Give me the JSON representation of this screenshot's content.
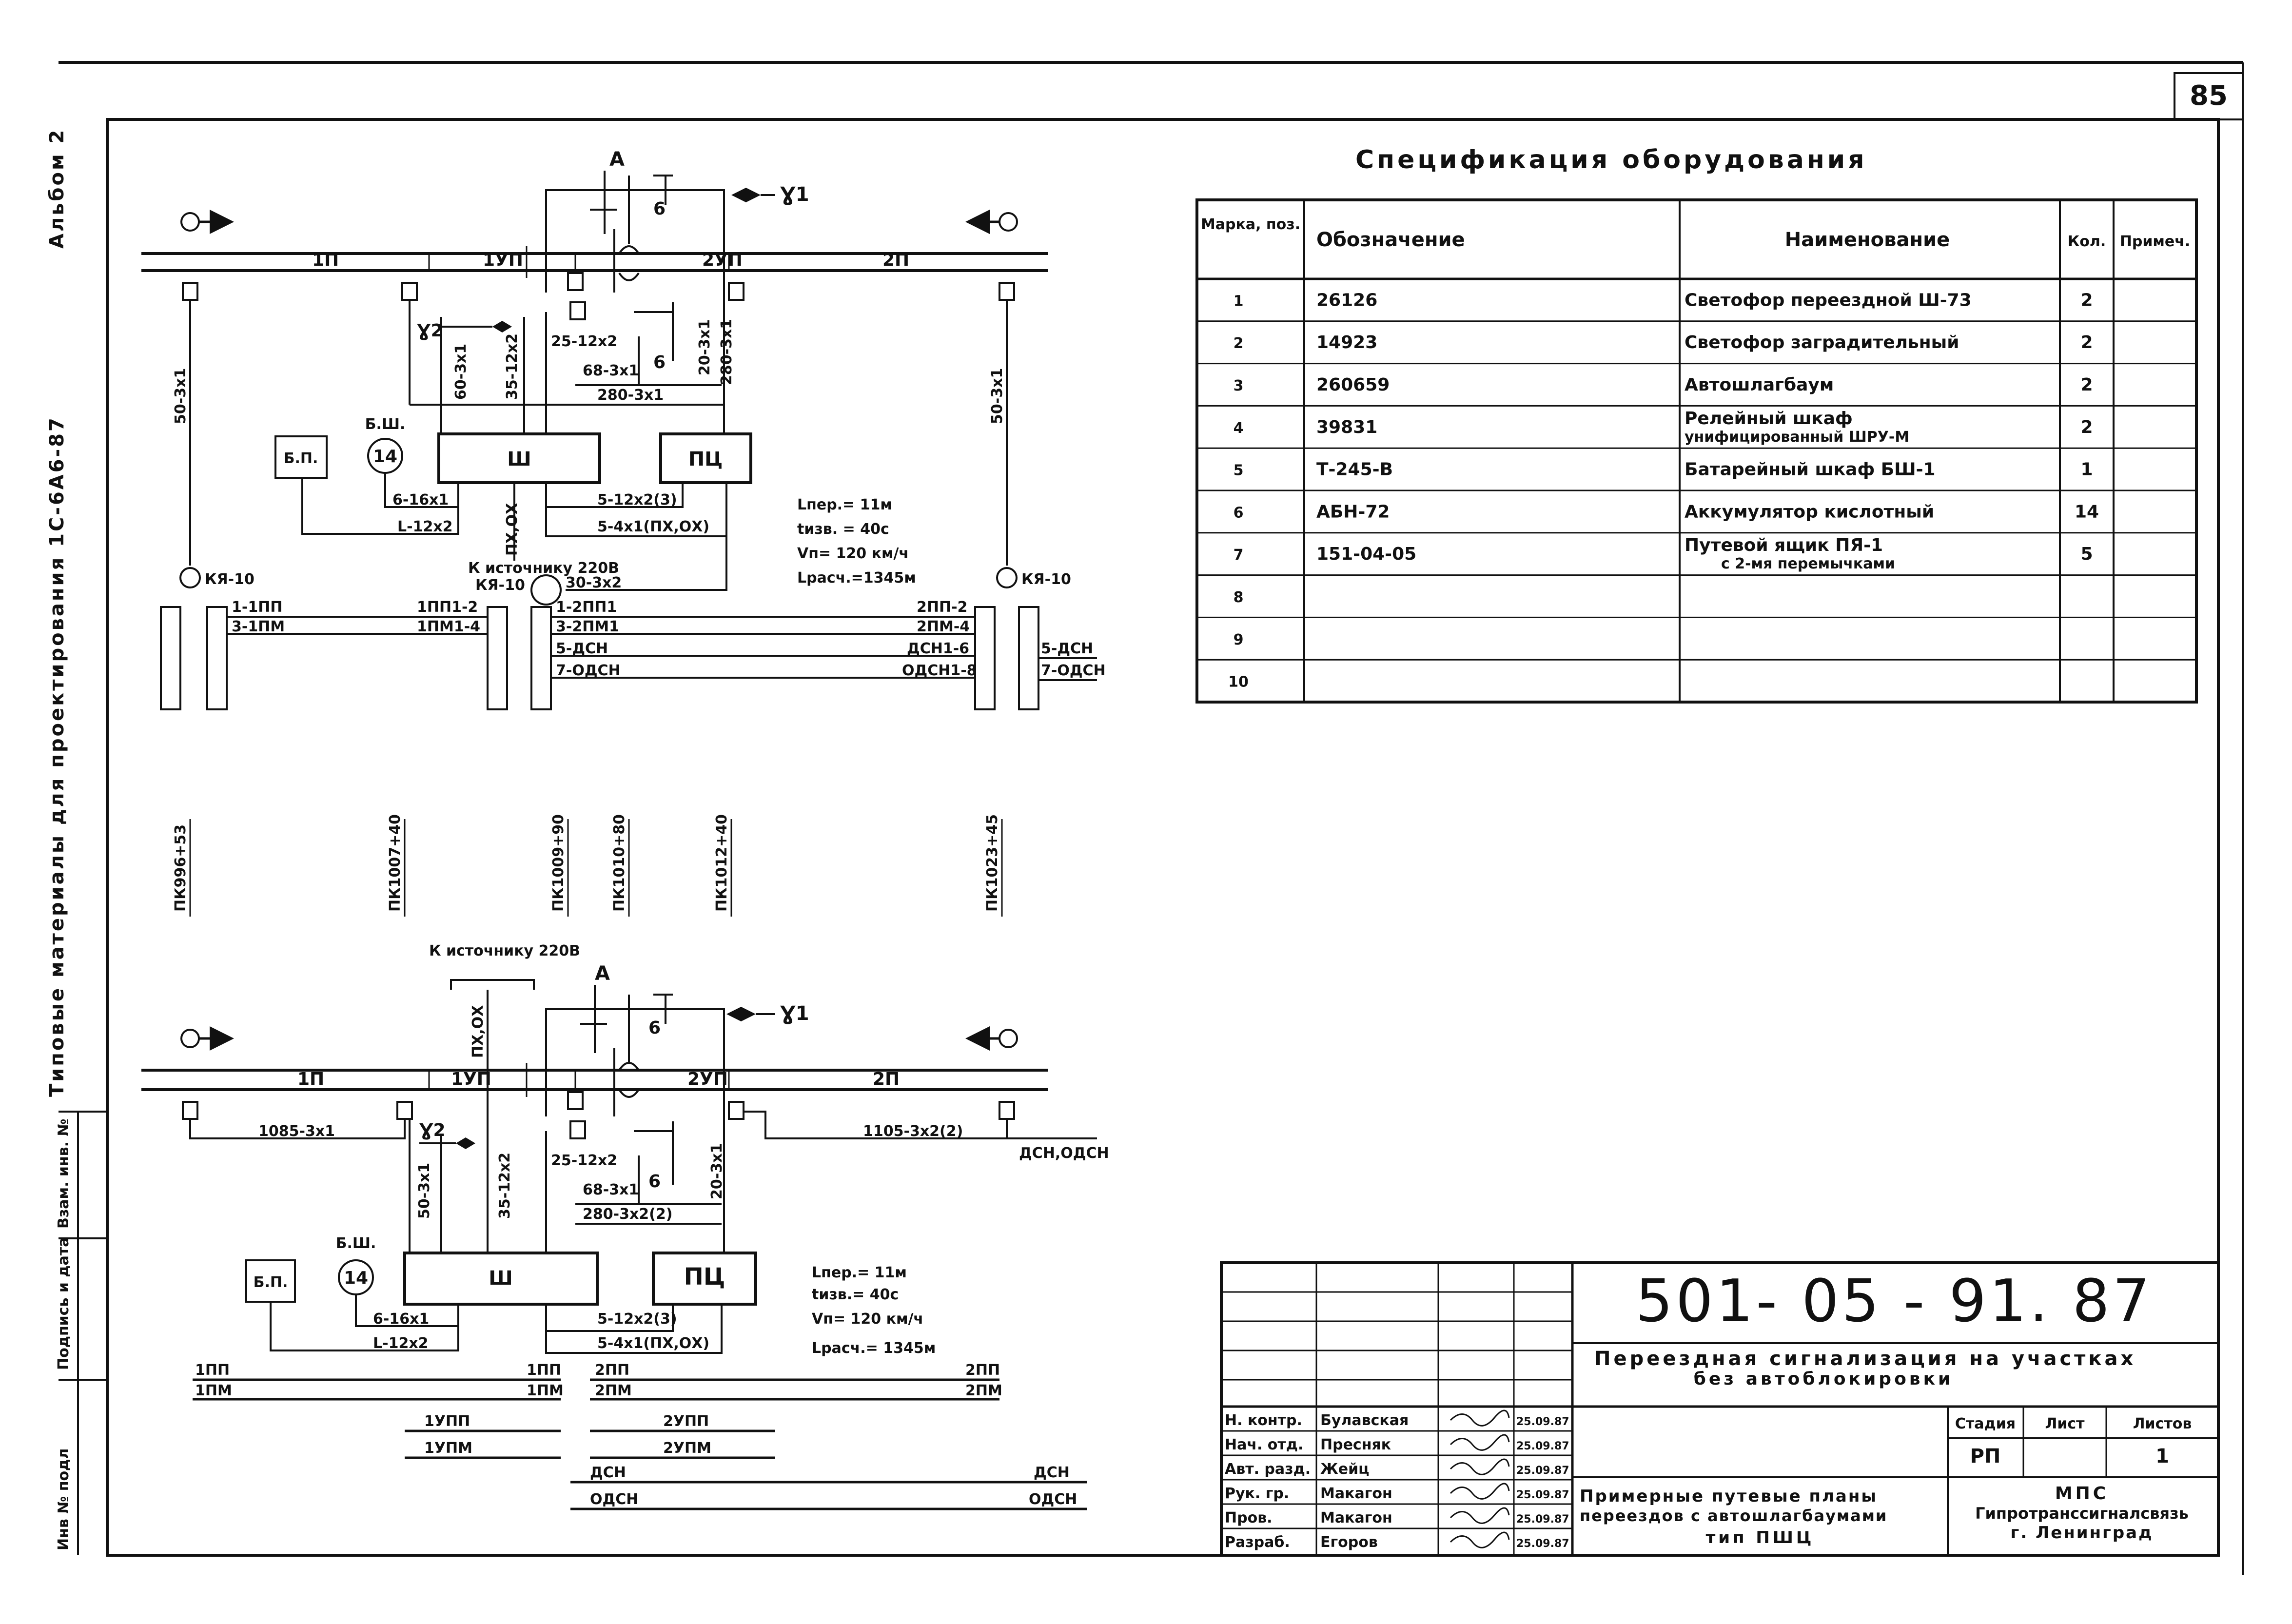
{
  "page_number": "85",
  "margin_text": {
    "album": "Альбом 2",
    "series": "Типовые материалы для проектирования 1С-6А6-87",
    "stamps": [
      "Инв № подл",
      "Подпись и дата",
      "Взам. инв. №"
    ]
  },
  "spec": {
    "title": "Спецификация оборудования",
    "headers": [
      "Марка, поз.",
      "Обозначение",
      "Наименование",
      "Кол.",
      "Примеч."
    ],
    "rows": [
      {
        "pos": "1",
        "code": "26126",
        "name": "Светофор переездной Ш-73",
        "name2": "",
        "qty": "2"
      },
      {
        "pos": "2",
        "code": "14923",
        "name": "Светофор заградительный",
        "name2": "",
        "qty": "2"
      },
      {
        "pos": "3",
        "code": "260659",
        "name": "Автошлагбаум",
        "name2": "",
        "qty": "2"
      },
      {
        "pos": "4",
        "code": "39831",
        "name": "Релейный шкаф",
        "name2": "унифицированный ШРУ-М",
        "qty": "2"
      },
      {
        "pos": "5",
        "code": "Т-245-В",
        "name": "Батарейный шкаф БШ-1",
        "name2": "",
        "qty": "1"
      },
      {
        "pos": "6",
        "code": "АБН-72",
        "name": "Аккумулятор кислотный",
        "name2": "",
        "qty": "14"
      },
      {
        "pos": "7",
        "code": "151-04-05",
        "name": "Путевой ящик ПЯ-1",
        "name2": "с 2-мя перемычками",
        "qty": "5"
      },
      {
        "pos": "8",
        "code": "",
        "name": "",
        "name2": "",
        "qty": ""
      },
      {
        "pos": "9",
        "code": "",
        "name": "",
        "name2": "",
        "qty": ""
      },
      {
        "pos": "10",
        "code": "",
        "name": "",
        "name2": "",
        "qty": ""
      }
    ]
  },
  "title_block": {
    "doc_number": "501- 05 - 91. 87",
    "project": "Переездная сигнализация на участках",
    "project2": "без автоблокировки",
    "sheet_title": "Примерные путевые планы",
    "sheet_title2": "переездов с автошлагбаумами",
    "sheet_title3": "тип ПШЦ",
    "org": "МПС",
    "org2": "Гипротранссигналсвязь",
    "org3": "г. Ленинград",
    "stage_label": "Стадия",
    "sheet_label": "Лист",
    "sheets_label": "Листов",
    "stage": "РП",
    "sheets": "1",
    "people": [
      {
        "role": "Н. контр.",
        "name": "Булавская",
        "date": "25.09.87"
      },
      {
        "role": "Нач. отд.",
        "name": "Пресняк",
        "date": "25.09.87"
      },
      {
        "role": "Авт. разд.",
        "name": "Жейц",
        "date": "25.09.87"
      },
      {
        "role": "Рук. гр.",
        "name": "Макагон",
        "date": "25.09.87"
      },
      {
        "role": "Пров.",
        "name": "Макагон",
        "date": "25.09.87"
      },
      {
        "role": "Разраб.",
        "name": "Егоров",
        "date": "25.09.87"
      }
    ]
  },
  "plan1": {
    "tracks": [
      "1П",
      "1УП",
      "2УП",
      "2П"
    ],
    "point_A": "А",
    "cables": [
      "50-3х1",
      "50-3х1",
      "60-3х1",
      "35-12х2",
      "25-12х2",
      "68-3х1",
      "20-3х1",
      "280-3х1",
      "280-3х1",
      "6-16х1",
      "L-12х2",
      "5-12х2(3)",
      "5-4х1(ПХ,ОХ)",
      "ПХ,ОХ",
      "30-3х2"
    ],
    "labels": {
      "bp": "Б.П.",
      "bsh": "Б.Ш.",
      "bsh_num": "14",
      "sh": "Ш",
      "pts": "ПЦ",
      "source": "К источнику 220В",
      "kya": "КЯ-10",
      "g1": "Ɣ1",
      "g2": "Ɣ2",
      "six": "6",
      "six2": "6"
    },
    "params": [
      "Lпер.= 11м",
      "tизв. = 40с",
      "Vп= 120 км/ч",
      "Lрасч.=1345м"
    ],
    "boxes_left": [
      "1-1ПП",
      "3-1ПМ",
      "1ПП1-2",
      "1ПМ1-4"
    ],
    "boxes_right": [
      "1-2ПП1",
      "3-2ПМ1",
      "5-ДСН",
      "7-ОДСН",
      "2ПП-2",
      "2ПМ-4",
      "ДСН1-6",
      "ОДСН1-8",
      "5-ДСН",
      "7-ОДСН"
    ],
    "pickets": [
      "ПК996+53",
      "ПК1007+40",
      "ПК1009+90",
      "ПК1010+80",
      "ПК1012+40",
      "ПК1023+45"
    ]
  },
  "plan2": {
    "tracks": [
      "1П",
      "1УП",
      "2УП",
      "2П"
    ],
    "point_A": "А",
    "source": "К источнику 220В",
    "cables": [
      "1085-3х1",
      "1105-3х2(2)",
      "50-3х1",
      "35-12х2",
      "25-12х2",
      "68-3х1",
      "20-3х1",
      "280-3х2(2)",
      "6-16х1",
      "L-12х2",
      "5-12х2(3)",
      "5-4х1(ПХ,ОХ)",
      "ПХ,ОХ",
      "ДСН,ОДСН"
    ],
    "labels": {
      "bp": "Б.П.",
      "bsh": "Б.Ш.",
      "bsh_num": "14",
      "sh": "Ш",
      "pts": "ПЦ",
      "g1": "Ɣ1",
      "g2": "Ɣ2",
      "six": "6",
      "six2": "6"
    },
    "params": [
      "Lпер.= 11м",
      "tизв.= 40с",
      "Vп= 120 км/ч",
      "Lрасч.= 1345м"
    ],
    "circuits_left": [
      "1ПП",
      "1ПМ",
      "1ПП",
      "1ПМ"
    ],
    "circuits_right": [
      "2ПП",
      "2ПМ",
      "2ПП",
      "2ПМ"
    ],
    "circuits_mid": [
      "1УПП",
      "1УПМ",
      "2УПП",
      "2УПМ"
    ],
    "circuits_dsn": [
      "ДСН",
      "ОДСН",
      "ДСН",
      "ОДСН"
    ]
  }
}
